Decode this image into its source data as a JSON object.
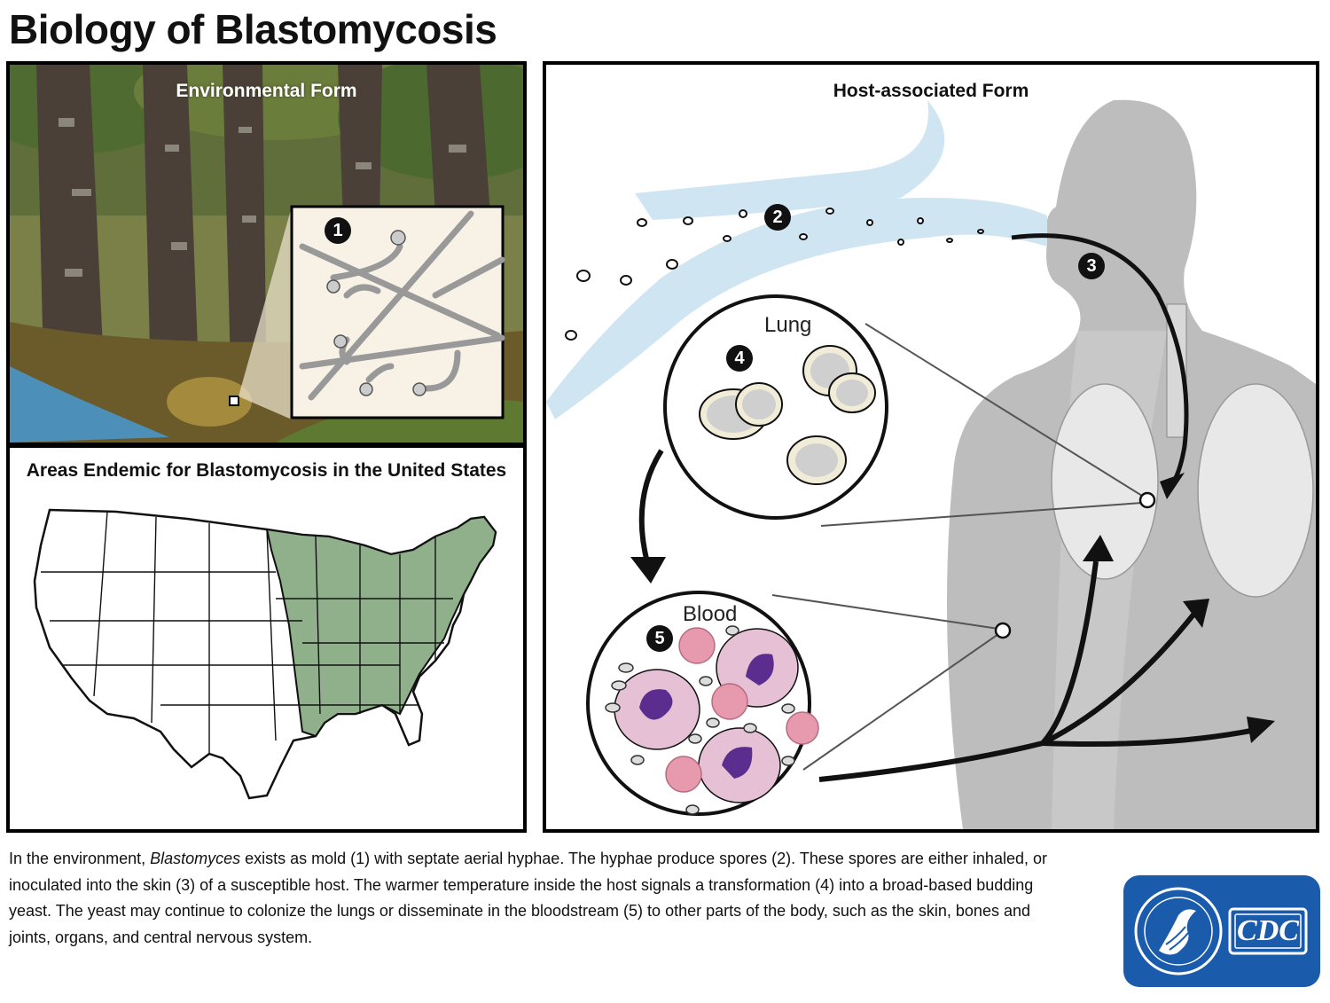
{
  "title": "Biology of Blastomycosis",
  "panels": {
    "environmental": {
      "title": "Environmental Form",
      "step": "1"
    },
    "map": {
      "title": "Areas Endemic for Blastomycosis in the United States"
    },
    "host": {
      "title": "Host-associated Form",
      "lung_label": "Lung",
      "blood_label": "Blood",
      "steps": [
        "2",
        "3",
        "4",
        "5"
      ]
    }
  },
  "caption": {
    "before_italic": "In the environment, ",
    "italic": "Blastomyces",
    "after_italic": " exists as mold (1) with septate aerial hyphae. The hyphae produce spores (2). These spores are either inhaled, or inoculated into the skin (3) of a susceptible host. The warmer temperature inside the host signals a transformation (4) into a broad-based budding yeast. The yeast may continue to colonize the lungs or disseminate in the bloodstream (5) to other parts of the body, such as the skin, bones and joints, organs, and central nervous system."
  },
  "logo": {
    "text": "CDC"
  },
  "colors": {
    "endemic": "#8fb08a",
    "air": "#cfe6f2",
    "body": "#bdbdbd",
    "logo_blue": "#1a5bab",
    "blood_cell": "#e79aad",
    "nucleus": "#5b2d8e"
  }
}
